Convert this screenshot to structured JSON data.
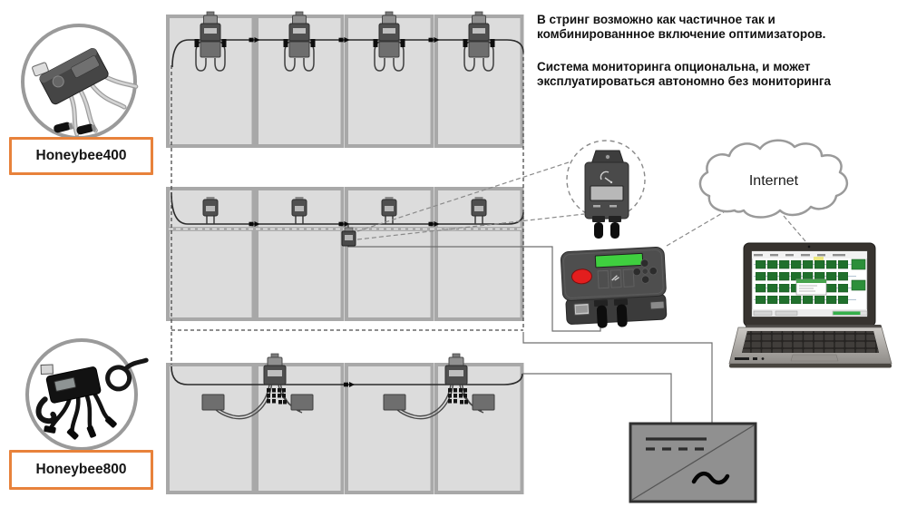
{
  "annotations": {
    "string_note": "В стринг возможно как частичное так и\nкомбинированнное включение оптимизаторов.",
    "monitoring_note": "Система мониторинга опциональна, и может\nэксплуатироваться автономно без мониторинга"
  },
  "devices": {
    "optimizer400_label": "Honeybee400",
    "optimizer800_label": "Honeybee800",
    "cloud_label": "Internet"
  },
  "colors": {
    "label_border_orange": "#E8823B",
    "panel_fill": "#DCDCDC",
    "panel_border": "#A8A8A8",
    "gateway_lcd_green": "#3FCF3F",
    "gateway_button_red": "#E31E1E",
    "monitor_box_green": "#20702C"
  }
}
